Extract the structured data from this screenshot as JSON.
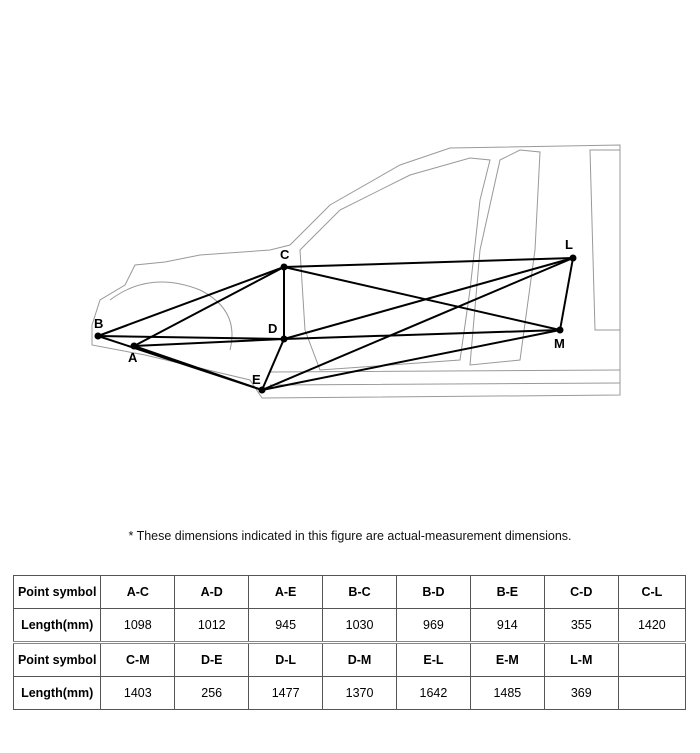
{
  "diagram": {
    "points": [
      "A",
      "B",
      "C",
      "D",
      "E",
      "L",
      "M"
    ],
    "segments": [
      "A-C",
      "A-D",
      "A-E",
      "B-C",
      "B-D",
      "B-E",
      "C-D",
      "C-L",
      "C-M",
      "D-E",
      "D-L",
      "D-M",
      "E-L",
      "E-M",
      "L-M"
    ]
  },
  "note": "*  These dimensions indicated in this figure are actual-measurement dimensions.",
  "table": {
    "row_header_symbol": "Point symbol",
    "row_header_length": "Length(mm)",
    "rows": [
      {
        "symbols": [
          "A-C",
          "A-D",
          "A-E",
          "B-C",
          "B-D",
          "B-E",
          "C-D",
          "C-L"
        ],
        "lengths": [
          "1098",
          "1012",
          "945",
          "1030",
          "969",
          "914",
          "355",
          "1420"
        ]
      },
      {
        "symbols": [
          "C-M",
          "D-E",
          "D-L",
          "D-M",
          "E-L",
          "E-M",
          "L-M",
          ""
        ],
        "lengths": [
          "1403",
          "256",
          "1477",
          "1370",
          "1642",
          "1485",
          "369",
          ""
        ]
      }
    ]
  }
}
